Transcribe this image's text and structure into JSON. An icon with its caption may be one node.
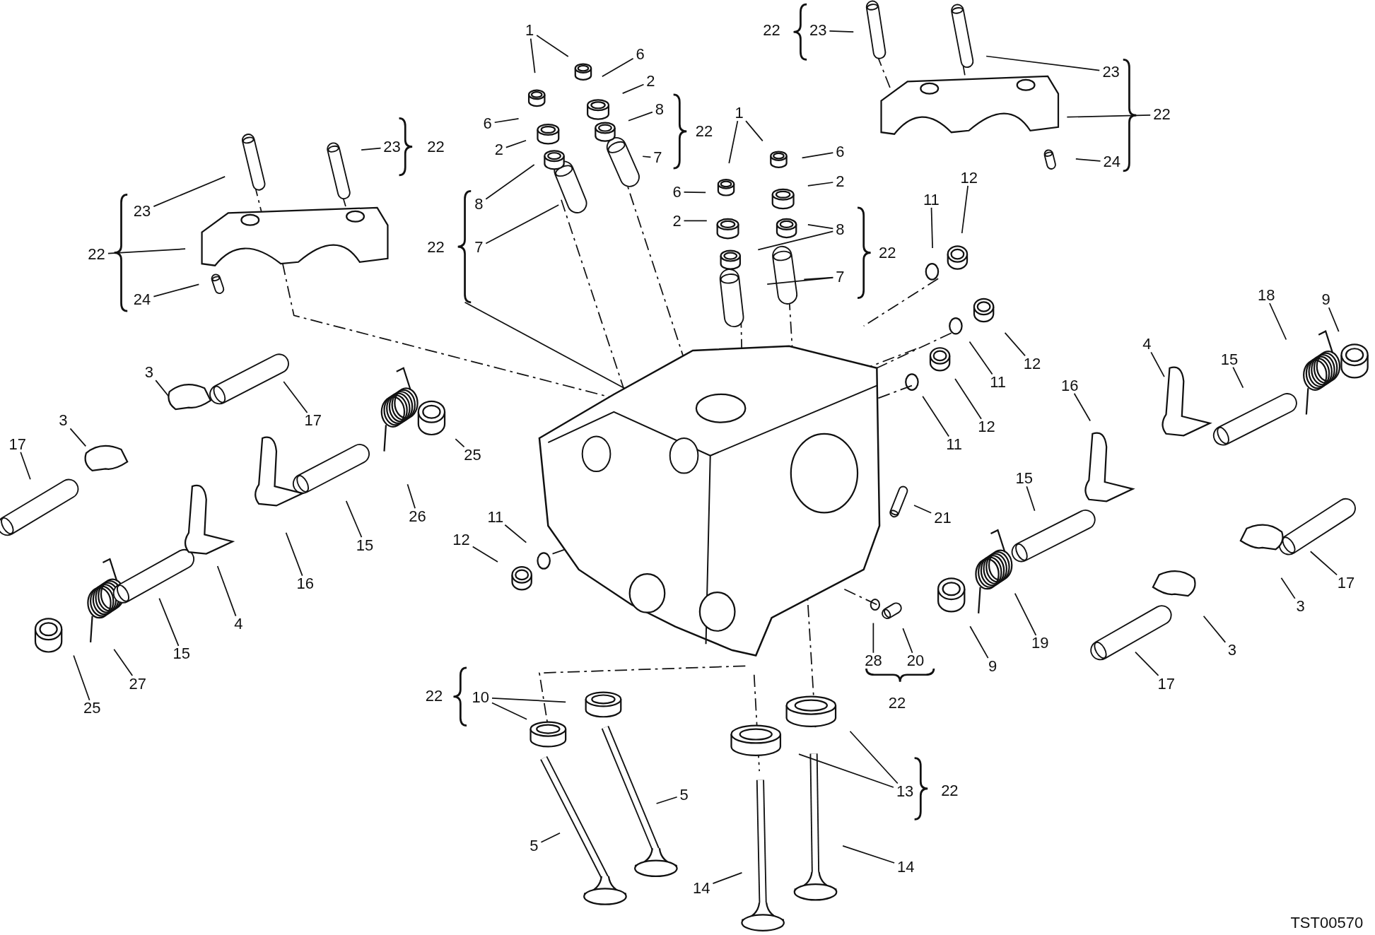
{
  "diagram": {
    "nodes": [
      {
        "text": [
          "1"
        ]
      },
      {
        "text": [
          "6"
        ]
      },
      {
        "text": [
          "23"
        ]
      },
      {
        "text": [
          "2"
        ]
      },
      {
        "text": [
          "23"
        ]
      },
      {
        "text": [
          "8"
        ]
      },
      {
        "text": [
          "22"
        ]
      },
      {
        "text": [
          "6"
        ]
      },
      {
        "text": [
          "1"
        ]
      },
      {
        "text": [
          "23"
        ]
      },
      {
        "text": [
          "2"
        ]
      },
      {
        "text": [
          "6"
        ]
      },
      {
        "text": [
          "7"
        ]
      },
      {
        "text": [
          "24"
        ]
      },
      {
        "text": [
          "12"
        ]
      },
      {
        "text": [
          "11"
        ]
      },
      {
        "text": [
          "2"
        ]
      },
      {
        "text": [
          "6"
        ]
      },
      {
        "text": [
          "8"
        ]
      },
      {
        "text": [
          "23"
        ]
      },
      {
        "text": [
          "2"
        ]
      },
      {
        "text": [
          "8"
        ]
      },
      {
        "text": [
          "7"
        ]
      },
      {
        "text": [
          "22"
        ]
      },
      {
        "text": [
          "7"
        ]
      },
      {
        "text": [
          "24"
        ]
      },
      {
        "text": [
          "18"
        ]
      },
      {
        "text": [
          "9"
        ]
      },
      {
        "text": [
          "4"
        ]
      },
      {
        "text": [
          "15"
        ]
      },
      {
        "text": [
          "12"
        ]
      },
      {
        "text": [
          "3"
        ]
      },
      {
        "text": [
          "11"
        ]
      },
      {
        "text": [
          "16"
        ]
      },
      {
        "text": [
          "17"
        ]
      },
      {
        "text": [
          "3"
        ]
      },
      {
        "text": [
          "12"
        ]
      },
      {
        "text": [
          "17"
        ]
      },
      {
        "text": [
          "11"
        ]
      },
      {
        "text": [
          "25"
        ]
      },
      {
        "text": [
          "15"
        ]
      },
      {
        "text": [
          "26"
        ]
      },
      {
        "text": [
          "11"
        ]
      },
      {
        "text": [
          "21"
        ]
      },
      {
        "text": [
          "12"
        ]
      },
      {
        "text": [
          "15"
        ]
      },
      {
        "text": [
          "16"
        ]
      },
      {
        "text": [
          "17"
        ]
      },
      {
        "text": [
          "3"
        ]
      },
      {
        "text": [
          "4"
        ]
      },
      {
        "text": [
          "19"
        ]
      },
      {
        "text": [
          "3"
        ]
      },
      {
        "text": [
          "15"
        ]
      },
      {
        "text": [
          "28"
        ]
      },
      {
        "text": [
          "20"
        ]
      },
      {
        "text": [
          "9"
        ]
      },
      {
        "text": [
          "27"
        ]
      },
      {
        "text": [
          "17"
        ]
      },
      {
        "text": [
          "10"
        ]
      },
      {
        "text": [
          "25"
        ]
      },
      {
        "text": [
          "13"
        ]
      },
      {
        "text": [
          "5"
        ]
      },
      {
        "text": [
          "5"
        ]
      },
      {
        "text": [
          "14"
        ]
      },
      {
        "text": [
          "14"
        ]
      }
    ],
    "edges": [
      {
        "from": 0,
        "to": null,
        "arrow": "none"
      },
      {
        "from": 0,
        "to": null,
        "arrow": "none"
      },
      {
        "from": 1,
        "to": null,
        "arrow": "none"
      },
      {
        "from": 2,
        "to": null,
        "arrow": "none"
      },
      {
        "from": 3,
        "to": null,
        "arrow": "none"
      },
      {
        "from": 4,
        "to": null,
        "arrow": "none"
      },
      {
        "from": 5,
        "to": null,
        "arrow": "none"
      },
      {
        "from": 6,
        "to": null,
        "arrow": "none"
      },
      {
        "from": 7,
        "to": null,
        "arrow": "none"
      },
      {
        "from": 8,
        "to": null,
        "arrow": "none"
      },
      {
        "from": 8,
        "to": null,
        "arrow": "none"
      },
      {
        "from": 9,
        "to": null,
        "arrow": "none"
      },
      {
        "from": 10,
        "to": null,
        "arrow": "none"
      },
      {
        "from": 11,
        "to": null,
        "arrow": "none"
      },
      {
        "from": 12,
        "to": null,
        "arrow": "none"
      },
      {
        "from": 13,
        "to": null,
        "arrow": "none"
      },
      {
        "from": 14,
        "to": null,
        "arrow": "none"
      },
      {
        "from": 15,
        "to": null,
        "arrow": "none"
      },
      {
        "from": 16,
        "to": null,
        "arrow": "none"
      },
      {
        "from": 17,
        "to": null,
        "arrow": "none"
      },
      {
        "from": 18,
        "to": null,
        "arrow": "none"
      },
      {
        "from": 19,
        "to": null,
        "arrow": "none"
      },
      {
        "from": 20,
        "to": null,
        "arrow": "none"
      },
      {
        "from": 21,
        "to": null,
        "arrow": "none"
      },
      {
        "from": 21,
        "to": null,
        "arrow": "none"
      },
      {
        "from": 22,
        "to": null,
        "arrow": "none"
      },
      {
        "from": 23,
        "to": null,
        "arrow": "none"
      },
      {
        "from": 24,
        "to": null,
        "arrow": "none"
      },
      {
        "from": 24,
        "to": null,
        "arrow": "none"
      },
      {
        "from": 25,
        "to": null,
        "arrow": "none"
      },
      {
        "from": 26,
        "to": null,
        "arrow": "none"
      },
      {
        "from": 27,
        "to": null,
        "arrow": "none"
      },
      {
        "from": 28,
        "to": null,
        "arrow": "none"
      },
      {
        "from": 29,
        "to": null,
        "arrow": "none"
      },
      {
        "from": 30,
        "to": null,
        "arrow": "none"
      },
      {
        "from": 31,
        "to": null,
        "arrow": "none"
      },
      {
        "from": 32,
        "to": null,
        "arrow": "none"
      },
      {
        "from": 33,
        "to": null,
        "arrow": "none"
      },
      {
        "from": 34,
        "to": null,
        "arrow": "none"
      },
      {
        "from": 35,
        "to": null,
        "arrow": "none"
      },
      {
        "from": 36,
        "to": null,
        "arrow": "none"
      },
      {
        "from": 37,
        "to": null,
        "arrow": "none"
      },
      {
        "from": 38,
        "to": null,
        "arrow": "none"
      },
      {
        "from": 39,
        "to": null,
        "arrow": "none"
      },
      {
        "from": 40,
        "to": null,
        "arrow": "none"
      },
      {
        "from": 41,
        "to": null,
        "arrow": "none"
      },
      {
        "from": 42,
        "to": null,
        "arrow": "none"
      },
      {
        "from": 43,
        "to": null,
        "arrow": "none"
      },
      {
        "from": 44,
        "to": null,
        "arrow": "none"
      },
      {
        "from": 45,
        "to": null,
        "arrow": "none"
      },
      {
        "from": 46,
        "to": null,
        "arrow": "none"
      },
      {
        "from": 47,
        "to": null,
        "arrow": "none"
      },
      {
        "from": 48,
        "to": null,
        "arrow": "none"
      },
      {
        "from": 49,
        "to": null,
        "arrow": "none"
      },
      {
        "from": 50,
        "to": null,
        "arrow": "none"
      },
      {
        "from": 51,
        "to": null,
        "arrow": "none"
      },
      {
        "from": 52,
        "to": null,
        "arrow": "none"
      },
      {
        "from": 53,
        "to": null,
        "arrow": "none"
      },
      {
        "from": 54,
        "to": null,
        "arrow": "none"
      },
      {
        "from": 55,
        "to": null,
        "arrow": "none"
      },
      {
        "from": 56,
        "to": null,
        "arrow": "none"
      },
      {
        "from": 57,
        "to": null,
        "arrow": "none"
      },
      {
        "from": 58,
        "to": null,
        "arrow": "none"
      },
      {
        "from": 58,
        "to": null,
        "arrow": "none"
      },
      {
        "from": 59,
        "to": null,
        "arrow": "none"
      },
      {
        "from": 60,
        "to": null,
        "arrow": "none"
      },
      {
        "from": 60,
        "to": null,
        "arrow": "none"
      },
      {
        "from": 61,
        "to": null,
        "arrow": "none"
      },
      {
        "from": 62,
        "to": null,
        "arrow": "none"
      },
      {
        "from": 63,
        "to": null,
        "arrow": "none"
      },
      {
        "from": 64,
        "to": null,
        "arrow": "none"
      }
    ],
    "labels": [
      "22",
      "22",
      "22",
      "22",
      "22",
      "22",
      "22",
      "22",
      "TST00570"
    ]
  }
}
